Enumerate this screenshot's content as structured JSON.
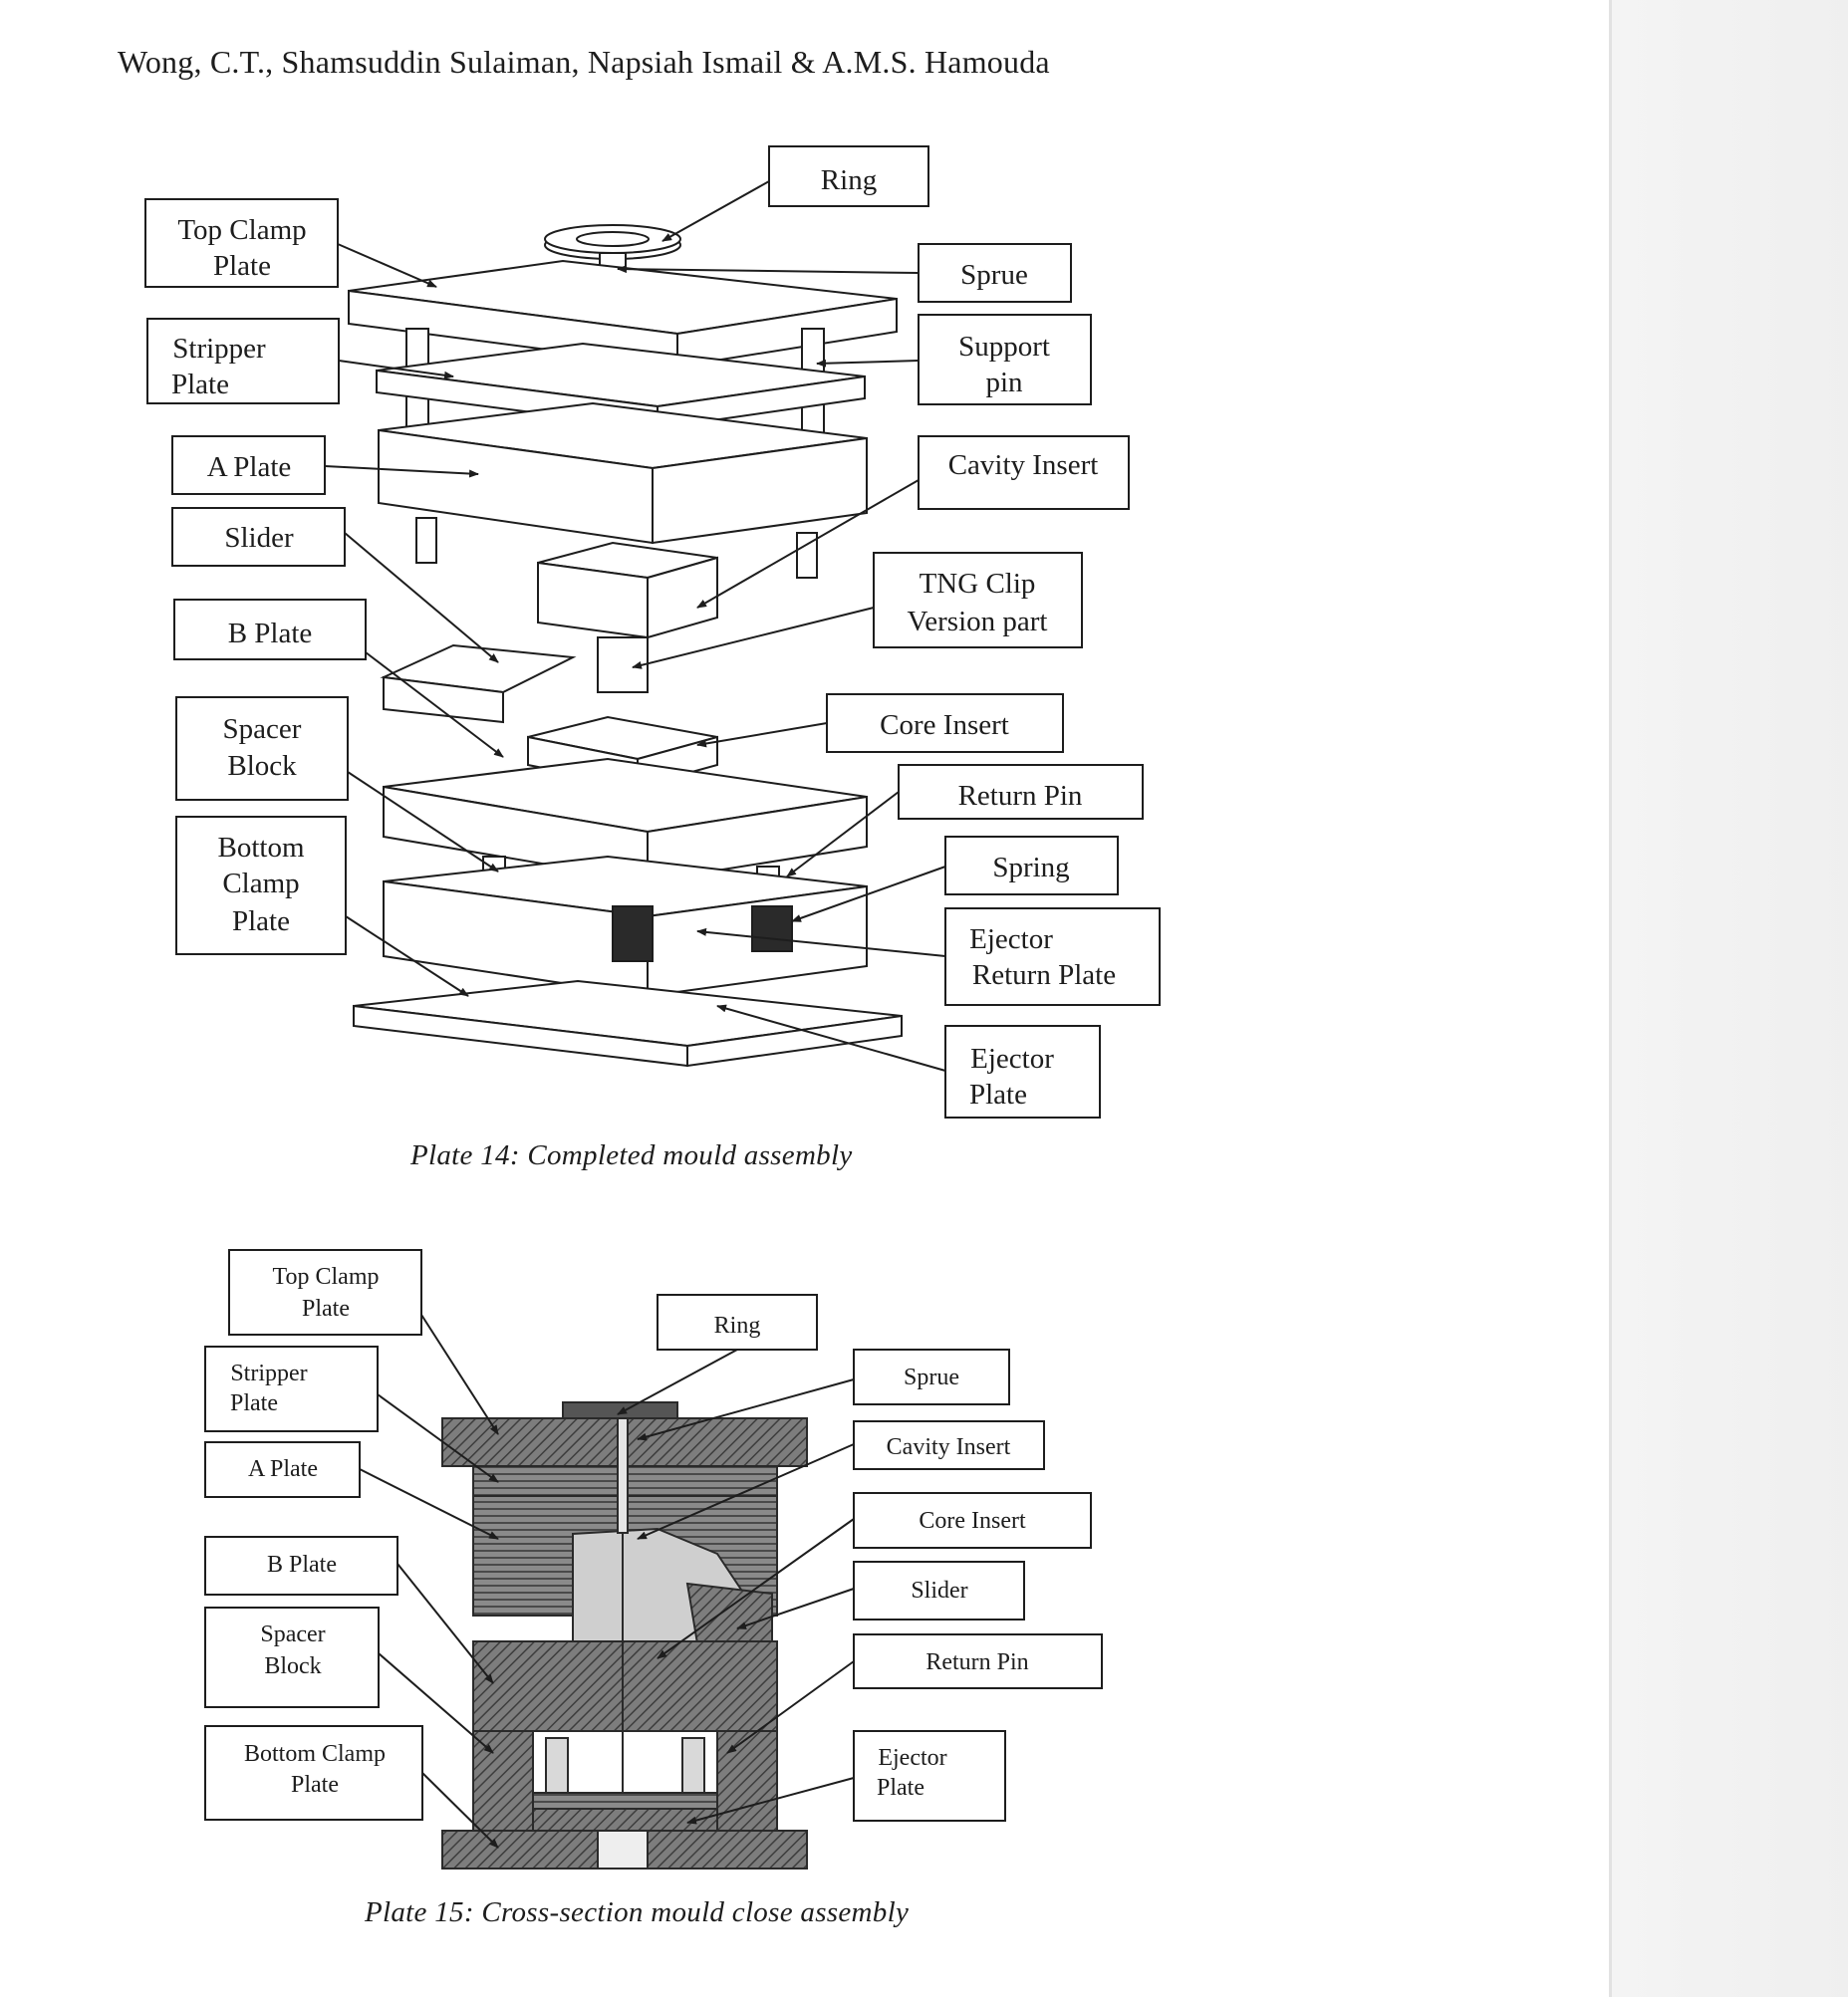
{
  "header": {
    "authors": "Wong, C.T., Shamsuddin Sulaiman, Napsiah Ismail & A.M.S. Hamouda"
  },
  "figure14": {
    "caption": "Plate 14: Completed mould assembly",
    "labels": {
      "ring": "Ring",
      "top_clamp_1": "Top Clamp",
      "top_clamp_2": "Plate",
      "sprue": "Sprue",
      "stripper_1": "Stripper",
      "stripper_2": "Plate",
      "support_1": "Support",
      "support_2": "pin",
      "a_plate": "A Plate",
      "cavity_insert": "Cavity Insert",
      "slider": "Slider",
      "tng_1": "TNG Clip",
      "tng_2": "Version part",
      "b_plate": "B Plate",
      "core_insert": "Core Insert",
      "spacer_1": "Spacer",
      "spacer_2": "Block",
      "return_pin": "Return Pin",
      "bottom_1": "Bottom",
      "bottom_2": "Clamp",
      "bottom_3": "Plate",
      "spring": "Spring",
      "ejector_return_1": "Ejector",
      "ejector_return_2": "Return Plate",
      "ejector_1": "Ejector",
      "ejector_2": "Plate"
    }
  },
  "figure15": {
    "caption": "Plate 15: Cross-section mould close assembly",
    "labels": {
      "top_clamp_1": "Top Clamp",
      "top_clamp_2": "Plate",
      "ring": "Ring",
      "stripper_1": "Stripper",
      "stripper_2": "Plate",
      "sprue": "Sprue",
      "a_plate": "A Plate",
      "cavity_insert": "Cavity Insert",
      "core_insert": "Core Insert",
      "b_plate": "B Plate",
      "slider": "Slider",
      "spacer_1": "Spacer",
      "spacer_2": "Block",
      "return_pin": "Return Pin",
      "bottom_1": "Bottom Clamp",
      "bottom_2": "Plate",
      "ejector_1": "Ejector",
      "ejector_2": "Plate"
    }
  }
}
